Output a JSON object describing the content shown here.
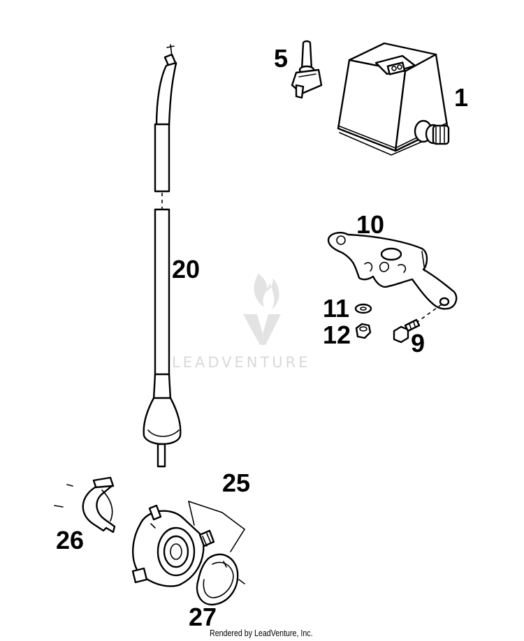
{
  "callouts": {
    "c1": "1",
    "c5": "5",
    "c9": "9",
    "c10": "10",
    "c11": "11",
    "c12": "12",
    "c20": "20",
    "c25": "25",
    "c26": "26",
    "c27": "27"
  },
  "watermark": {
    "text": "LEADVENTURE",
    "icon": "flame-v-logo"
  },
  "footer": {
    "credit": "Rendered by LeadVenture, Inc."
  },
  "colors": {
    "line": "#000000",
    "watermark": "#d9d9d9",
    "background": "#ffffff"
  }
}
